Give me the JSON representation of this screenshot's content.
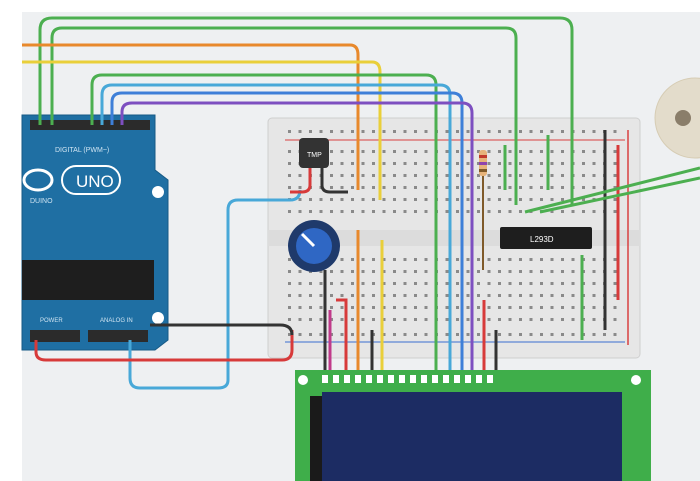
{
  "workspace": {
    "background": "#eef0f2",
    "colors": {
      "wire_green": "#4caf50",
      "wire_orange": "#e8892c",
      "wire_yellow": "#e9cf3a",
      "wire_blue": "#3e7fd8",
      "wire_lightblue": "#48a8d8",
      "wire_purple": "#7d4fc0",
      "wire_red": "#d73a3a",
      "wire_black": "#333333",
      "arduino_blue": "#1f6fa3",
      "lcd_green": "#3fae4a",
      "lcd_screen": "#1c2c63"
    }
  },
  "arduino": {
    "brand_text": "UNO",
    "brand_sub": "DUINO",
    "digital_header": "DIGITAL (PWM~)",
    "power_header": "POWER",
    "analog_header": "ANALOG IN"
  },
  "breadboard": {
    "motor_driver_chip": "L293D",
    "temp_sensor_label": "TMP"
  },
  "lcd": {
    "screen_text": ""
  },
  "icons": {
    "arduino_logo": "arduino-infinity-logo",
    "potentiometer": "potentiometer-knob",
    "dc_motor": "dc-motor-icon"
  }
}
